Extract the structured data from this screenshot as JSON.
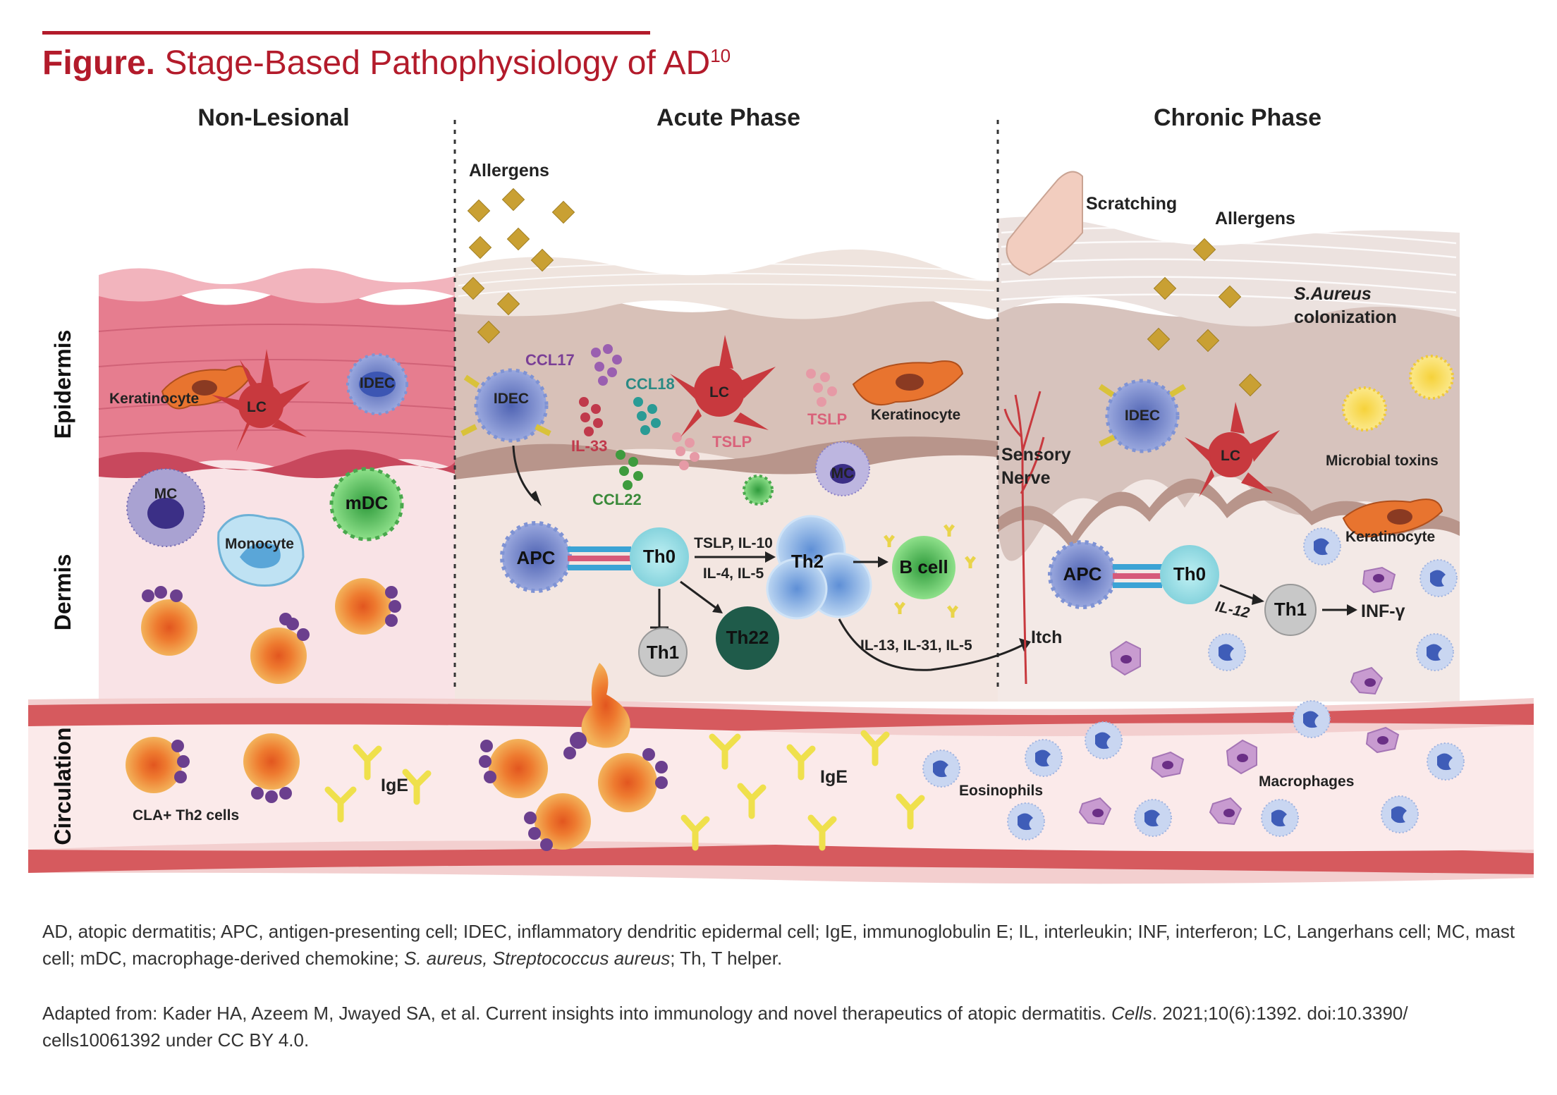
{
  "title": {
    "label": "Figure.",
    "text": "Stage-Based Pathophysiology of AD",
    "superscript": "10",
    "color": "#b31b2b"
  },
  "columns": {
    "non_lesional": "Non-Lesional",
    "acute": "Acute Phase",
    "chronic": "Chronic Phase"
  },
  "layers": {
    "epidermis": "Epidermis",
    "dermis": "Dermis",
    "circulation": "Circulation"
  },
  "non_lesional": {
    "keratinocyte": "Keratinocyte",
    "lc": "LC",
    "idec": "IDEC",
    "mc": "MC",
    "mdc": "mDC",
    "monocyte": "Monocyte"
  },
  "acute": {
    "allergens": "Allergens",
    "ccl17": "CCL17",
    "ccl18": "CCL18",
    "ccl22": "CCL22",
    "il33": "IL-33",
    "tslp_1": "TSLP",
    "tslp_2": "TSLP",
    "idec": "IDEC",
    "lc": "LC",
    "keratinocyte": "Keratinocyte",
    "mc": "MC",
    "apc": "APC",
    "th0": "Th0",
    "th2": "Th2",
    "bcell": "B cell",
    "th1": "Th1",
    "th22": "Th22",
    "arrow_top": "TSLP, IL-10",
    "arrow_bottom": "IL-4, IL-5",
    "il_line": "IL-13, IL-31, IL-5"
  },
  "chronic": {
    "scratching": "Scratching",
    "allergens": "Allergens",
    "saureus_1": "S.Aureus",
    "saureus_2": "colonization",
    "sensory_1": "Sensory",
    "sensory_2": "Nerve",
    "idec": "IDEC",
    "lc": "LC",
    "microbial": "Microbial toxins",
    "keratinocyte": "Keratinocyte",
    "apc": "APC",
    "th0": "Th0",
    "il12": "IL-12",
    "th1": "Th1",
    "infg": "INF-γ",
    "itch": "Itch"
  },
  "circulation": {
    "cla": "CLA+  Th2 cells",
    "ige_1": "IgE",
    "ige_2": "IgE",
    "eosinophils": "Eosinophils",
    "macrophages": "Macrophages"
  },
  "footnotes": {
    "abbrev_1": "AD, atopic dermatitis; APC, antigen-presenting cell; IDEC, inflammatory dendritic epidermal cell; IgE, immunoglobulin E; IL, interleukin; INF, interferon; LC, Langerhans cell; MC, mast cell; mDC, macrophage-derived chemokine; ",
    "abbrev_italic": "S. aureus, Streptococcus aureus",
    "abbrev_2": "; Th, T helper.",
    "source_1": "Adapted from: Kader HA, Azeem M, Jwayed SA, et al. Current insights into immunology and novel therapeutics of atopic dermatitis. ",
    "source_italic": "Cells",
    "source_2": ". 2021;10(6):1392. doi:10.3390/ cells10061392 under CC BY 4.0."
  },
  "colors": {
    "accent": "#b31b2b",
    "epidermis_pink": "#e98a98",
    "dermis_pink": "#f7dde0",
    "acute_skin": "#d9c4bd",
    "vessel": "#d85a5f",
    "allergen": "#c9a033",
    "apc_blue": "#7b8fc8",
    "lc_red": "#c8393e",
    "orange_cell": "#ee9a3c",
    "ige_yellow": "#f0e24e"
  }
}
